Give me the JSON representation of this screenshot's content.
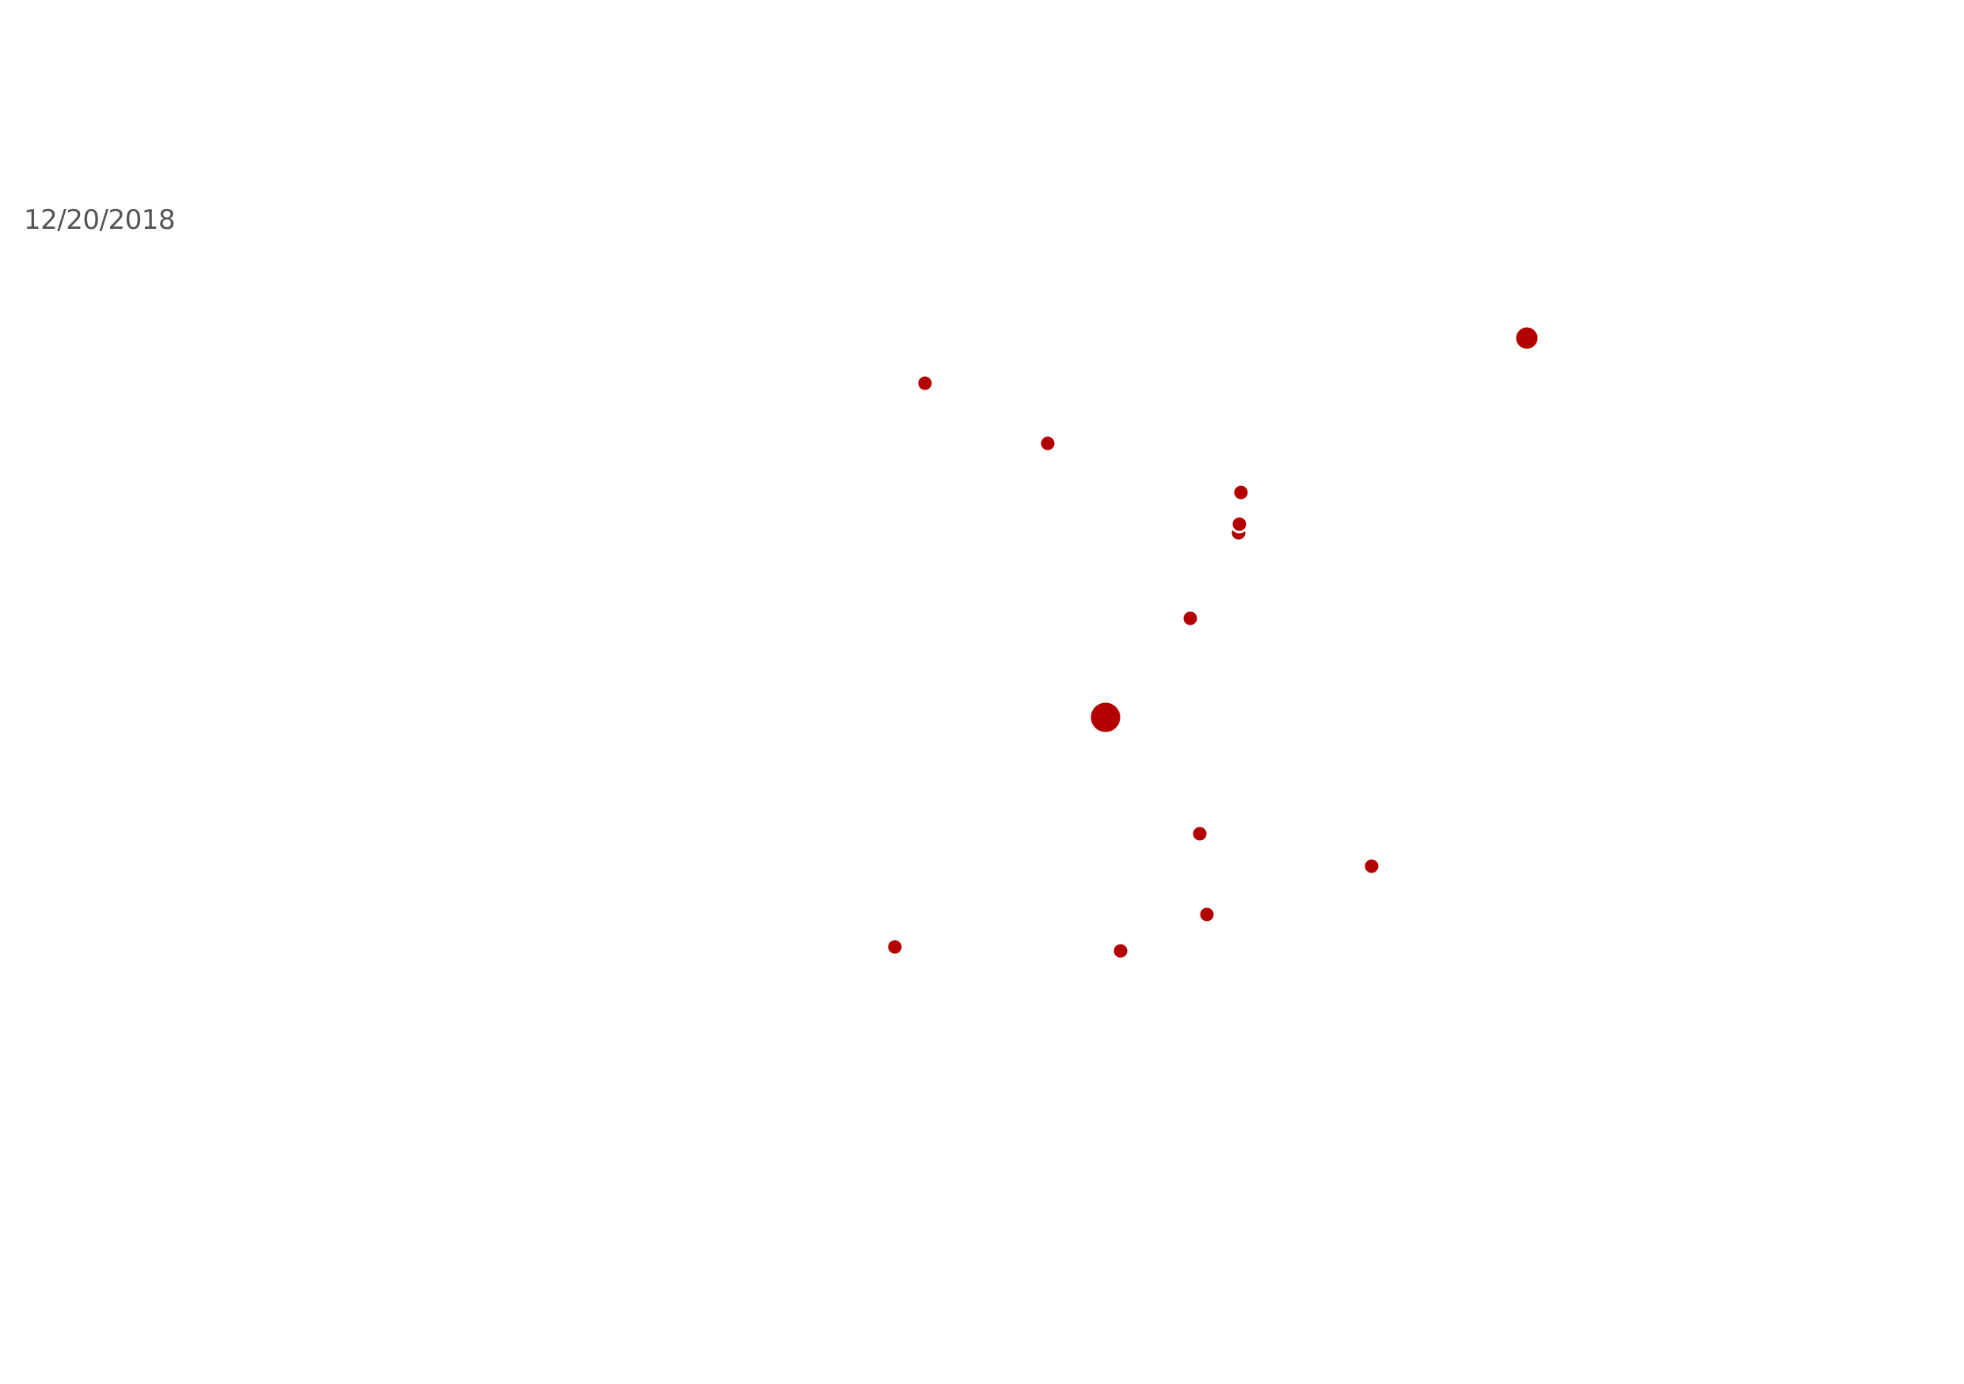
{
  "date_label": "12/20/2018",
  "colors": {
    "background": "#ffffff",
    "date_text": "#555555",
    "dot_fill": "#b30000",
    "dot_stroke": "#ffffff"
  },
  "markers": [
    {
      "id": "m1",
      "magnitude": "large"
    },
    {
      "id": "m2",
      "magnitude": "small"
    },
    {
      "id": "m3",
      "magnitude": "small"
    },
    {
      "id": "m4",
      "magnitude": "small"
    },
    {
      "id": "m5",
      "magnitude": "small"
    },
    {
      "id": "m6",
      "magnitude": "small"
    },
    {
      "id": "m7",
      "magnitude": "small"
    },
    {
      "id": "m8",
      "magnitude": "xlarge"
    },
    {
      "id": "m9",
      "magnitude": "small"
    },
    {
      "id": "m10",
      "magnitude": "small"
    },
    {
      "id": "m11",
      "magnitude": "small"
    },
    {
      "id": "m12",
      "magnitude": "small"
    },
    {
      "id": "m13",
      "magnitude": "small"
    }
  ]
}
